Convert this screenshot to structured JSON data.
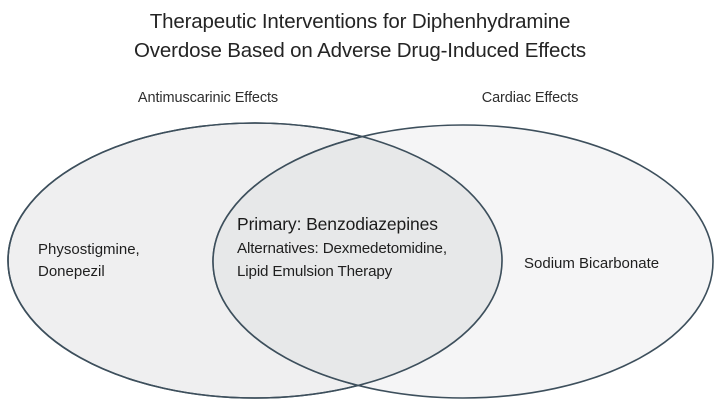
{
  "figure": {
    "title_lines": [
      "Therapeutic Interventions for Diphenhydramine",
      "Overdose Based on Adverse Drug-Induced Effects"
    ],
    "type": "venn-diagram-2-set",
    "colors": {
      "background": "#ffffff",
      "ellipse_stroke": "#3d4f5c",
      "ellipse_fill": "#efeff0",
      "intersection_fill": "#e7e8e9",
      "title_text": "#242424",
      "body_text": "#1f1f1f"
    },
    "sets": [
      {
        "id": "antimuscarinic",
        "caption": "Antimuscarinic Effects",
        "exclusive_items": [
          "Physostigmine,",
          "Donepezil"
        ]
      },
      {
        "id": "cardiac",
        "caption": "Cardiac Effects",
        "exclusive_items": [
          "Sodium Bicarbonate"
        ]
      }
    ],
    "intersection": {
      "primary_line": "Primary: Benzodiazepines",
      "alternative_lines": [
        "Alternatives: Dexmedetomidine,",
        "Lipid Emulsion Therapy"
      ]
    }
  }
}
